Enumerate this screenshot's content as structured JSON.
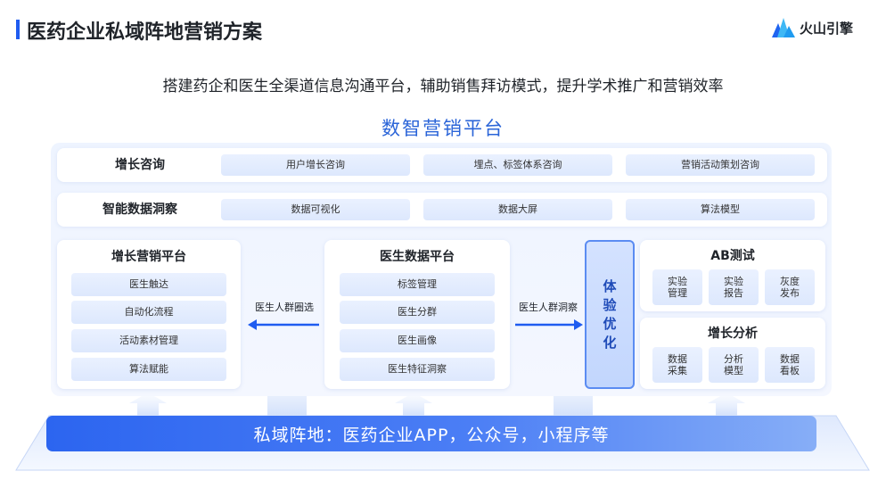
{
  "header": {
    "title": "医药企业私域阵地营销方案",
    "logo_text": "火山引擎",
    "subtitle": "搭建药企和医生全渠道信息沟通平台，辅助销售拜访模式，提升学术推广和营销效率"
  },
  "platform": {
    "title": "数智营销平台",
    "rows": [
      {
        "label": "增长咨询",
        "items": [
          "用户增长咨询",
          "埋点、标签体系咨询",
          "营销活动策划咨询"
        ]
      },
      {
        "label": "智能数据洞察",
        "items": [
          "数据可视化",
          "数据大屏",
          "算法模型"
        ]
      }
    ],
    "growth_platform": {
      "title": "增长营销平台",
      "items": [
        "医生触达",
        "自动化流程",
        "活动素材管理",
        "算法赋能"
      ]
    },
    "doctor_platform": {
      "title": "医生数据平台",
      "items": [
        "标签管理",
        "医生分群",
        "医生画像",
        "医生特征洞察"
      ]
    },
    "arrow_left_label": "医生人群圈选",
    "arrow_right_label": "医生人群洞察",
    "experience_label": "体验优化",
    "ab_test": {
      "title": "AB测试",
      "items": [
        "实验管理",
        "实验报告",
        "灰度发布"
      ]
    },
    "growth_analysis": {
      "title": "增长分析",
      "items": [
        "数据采集",
        "分析模型",
        "数据看板"
      ]
    }
  },
  "base": {
    "label": "私域阵地：医药企业APP，公众号，小程序等"
  },
  "colors": {
    "accent": "#1f5cf0",
    "title_blue": "#2a64d8",
    "pill_bg": "#e3ecfe",
    "base_start": "#2c65f0",
    "base_end": "#87aef7"
  }
}
